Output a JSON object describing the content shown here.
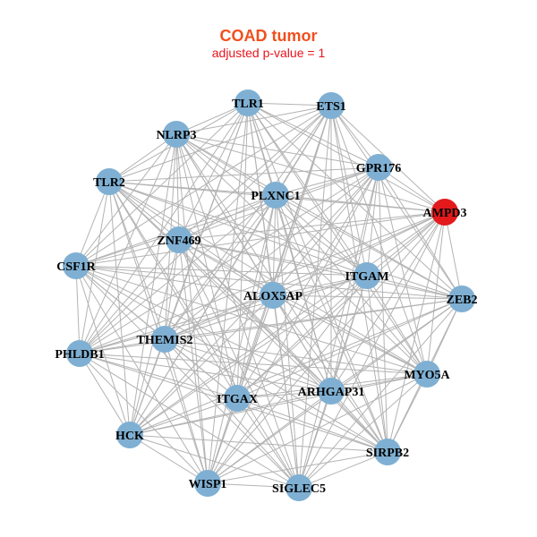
{
  "title": "COAD tumor",
  "subtitle": "adjusted p-value = 1",
  "colors": {
    "node_default": "#7fb0d3",
    "node_highlight": "#e31a1c",
    "edge": "#b3b3b3",
    "title": "#f0501e",
    "subtitle": "#e8141e"
  },
  "nodes": [
    {
      "id": "TLR1",
      "highlight": false
    },
    {
      "id": "ETS1",
      "highlight": false
    },
    {
      "id": "NLRP3",
      "highlight": false
    },
    {
      "id": "GPR176",
      "highlight": false
    },
    {
      "id": "TLR2",
      "highlight": false
    },
    {
      "id": "PLXNC1",
      "highlight": false
    },
    {
      "id": "AMPD3",
      "highlight": true
    },
    {
      "id": "ZNF469",
      "highlight": false
    },
    {
      "id": "CSF1R",
      "highlight": false
    },
    {
      "id": "ITGAM",
      "highlight": false
    },
    {
      "id": "ALOX5AP",
      "highlight": false
    },
    {
      "id": "ZEB2",
      "highlight": false
    },
    {
      "id": "THEMIS2",
      "highlight": false
    },
    {
      "id": "PHLDB1",
      "highlight": false
    },
    {
      "id": "MYO5A",
      "highlight": false
    },
    {
      "id": "ARHGAP31",
      "highlight": false
    },
    {
      "id": "ITGAX",
      "highlight": false
    },
    {
      "id": "HCK",
      "highlight": false
    },
    {
      "id": "SIRPB2",
      "highlight": false
    },
    {
      "id": "WISP1",
      "highlight": false
    },
    {
      "id": "SIGLEC5",
      "highlight": false
    }
  ],
  "edges": "all-pairs"
}
